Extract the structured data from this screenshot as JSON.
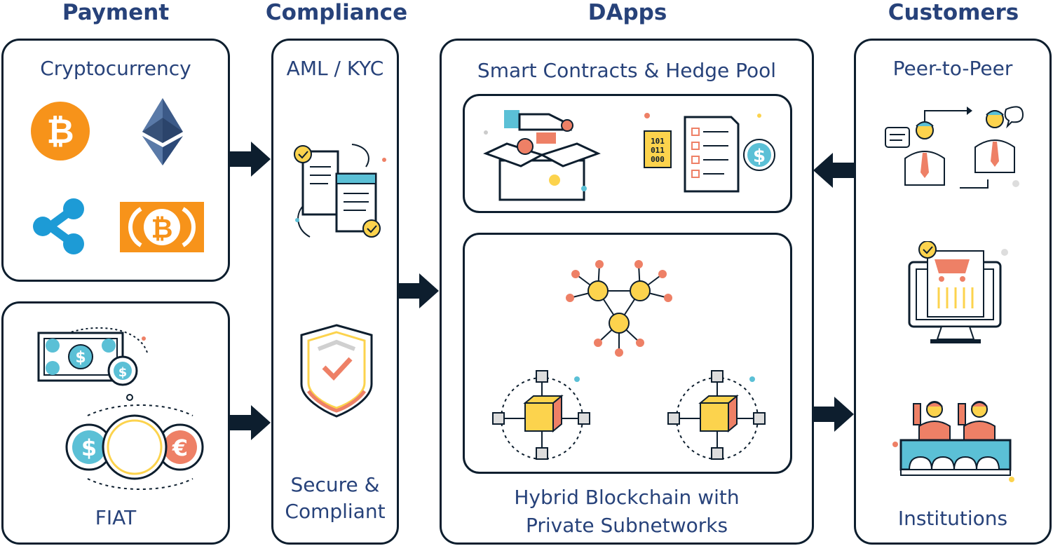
{
  "columns": {
    "payment": "Payment",
    "compliance": "Compliance",
    "dapps": "DApps",
    "customers": "Customers"
  },
  "payment": {
    "crypto_label": "Cryptocurrency",
    "fiat_label": "FIAT"
  },
  "compliance": {
    "aml_label": "AML / KYC",
    "secure_line1": "Secure &",
    "secure_line2": "Compliant"
  },
  "dapps": {
    "smart_label": "Smart Contracts & Hedge Pool",
    "hybrid_line1": "Hybrid Blockchain with",
    "hybrid_line2": "Private Subnetworks",
    "binary_top": "101",
    "binary_mid": "011",
    "binary_bot": "000"
  },
  "customers": {
    "p2p_label": "Peer-to-Peer",
    "inst_label": "Institutions"
  },
  "colors": {
    "navy": "#0d1e2e",
    "title": "#27427a",
    "orange": "#f7931a",
    "blue": "#1ea0dc",
    "teal": "#5bc0d6",
    "salmon": "#ee8066",
    "yellow": "#fcd34d"
  }
}
